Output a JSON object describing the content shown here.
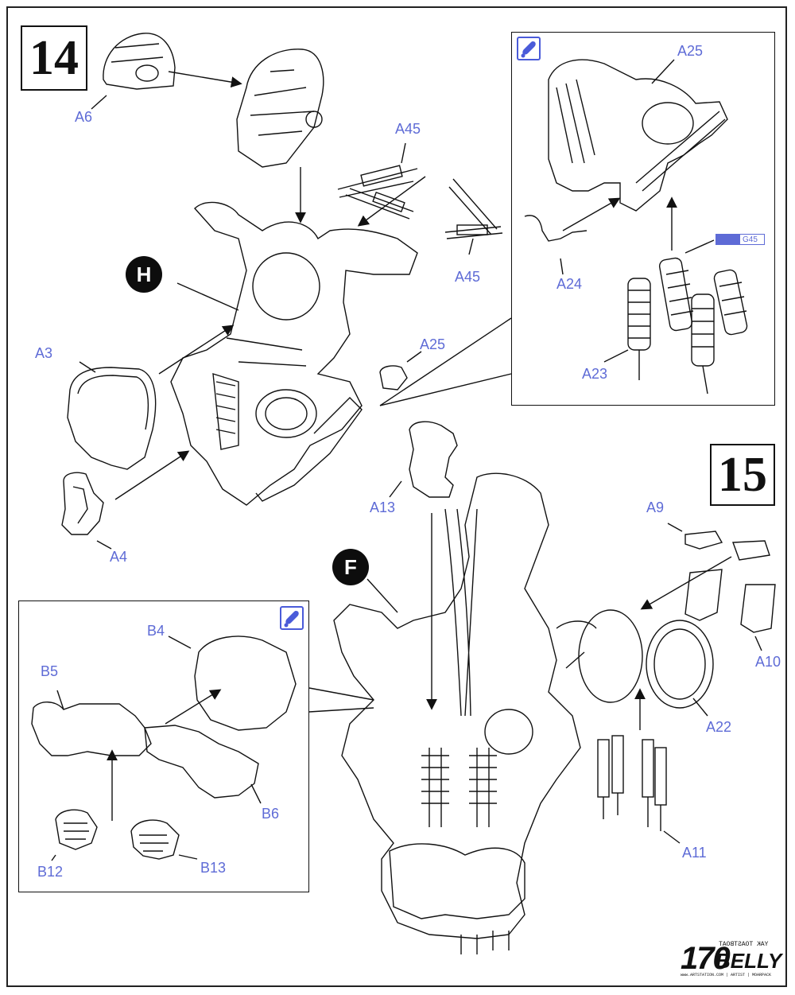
{
  "steps": {
    "step14": "14",
    "step15": "15"
  },
  "callouts": {
    "h": "H",
    "f": "F"
  },
  "labels": {
    "a6": "A6",
    "a45_top": "A45",
    "a45_right": "A45",
    "a3": "A3",
    "a25_main": "A25",
    "a4": "A4",
    "a25_inset": "A25",
    "a24": "A24",
    "a23": "A23",
    "g45": "G45",
    "a13": "A13",
    "a9": "A9",
    "a10": "A10",
    "a22": "A22",
    "a11": "A11",
    "b4": "B4",
    "b5": "B5",
    "b6": "B6",
    "b12": "B12",
    "b13": "B13"
  },
  "icons": {
    "glue_top": "glue-applicator-icon",
    "glue_bottom": "glue-applicator-icon"
  },
  "logo": {
    "number": "170",
    "word": "BELLY",
    "top_text": "YAK TOASTBOAT",
    "bottom_text": "www.ARTSTATION.COM | ARTIST | MOARPACK"
  },
  "colors": {
    "label": "#5e6bd6",
    "line": "#111111",
    "glue": "#4a5bd9"
  }
}
